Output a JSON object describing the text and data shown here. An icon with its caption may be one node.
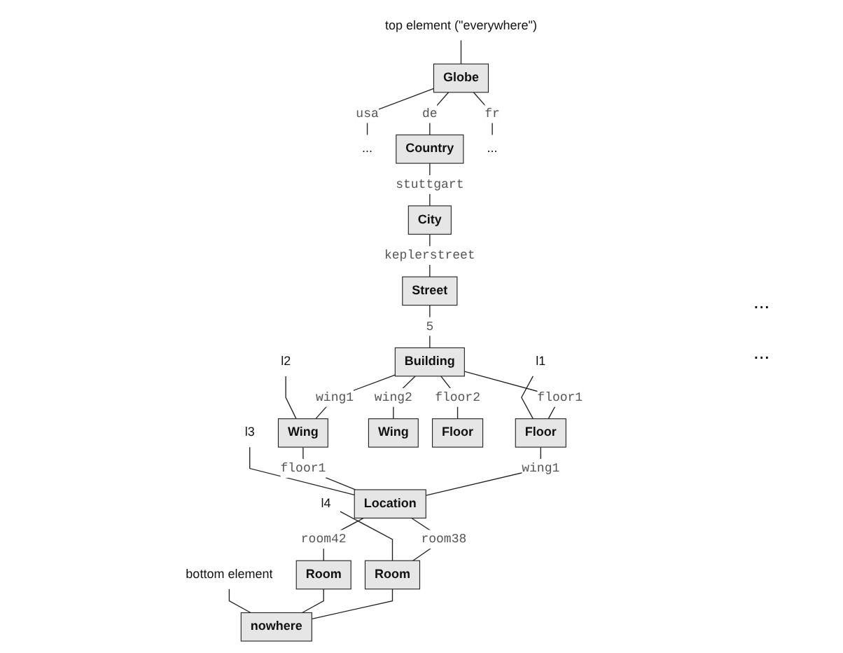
{
  "diagram": {
    "nodes": [
      {
        "text": [
          "Globe"
        ]
      },
      {
        "text": [
          "top element (\"everywhere\")"
        ]
      },
      {
        "text": [
          "..."
        ]
      },
      {
        "text": [
          "Country"
        ]
      },
      {
        "text": [
          "..."
        ]
      },
      {
        "text": [
          "City"
        ]
      },
      {
        "text": [
          "Street"
        ]
      },
      {
        "text": [
          "Building"
        ]
      },
      {
        "text": [
          "l1"
        ]
      },
      {
        "text": [
          "Floor"
        ]
      },
      {
        "text": [
          "l2"
        ]
      },
      {
        "text": [
          "Wing"
        ]
      },
      {
        "text": [
          "Wing"
        ]
      },
      {
        "text": [
          "Floor"
        ]
      },
      {
        "text": [
          "l3"
        ]
      },
      {
        "text": [
          "Location"
        ]
      },
      {
        "text": [
          "l4"
        ]
      },
      {
        "text": [
          "Room"
        ]
      },
      {
        "text": [
          "Room"
        ]
      },
      {
        "text": [
          "nowhere"
        ]
      },
      {
        "text": [
          "bottom element"
        ]
      }
    ],
    "edges": [
      {
        "from": 1,
        "to": 0,
        "arrow": "none"
      },
      {
        "from": 0,
        "to": 2,
        "label": "usa",
        "arrow": "none"
      },
      {
        "from": 0,
        "to": 3,
        "label": "de",
        "arrow": "none"
      },
      {
        "from": 0,
        "to": 4,
        "label": "fr",
        "arrow": "none"
      },
      {
        "from": 3,
        "to": 5,
        "label": "stuttgart",
        "arrow": "none"
      },
      {
        "from": 5,
        "to": 6,
        "label": "keplerstreet",
        "arrow": "none"
      },
      {
        "from": 6,
        "to": 7,
        "label": "5",
        "arrow": "none"
      },
      {
        "from": 7,
        "to": 9,
        "label": "floor1",
        "arrow": "none"
      },
      {
        "from": 7,
        "to": 11,
        "label": "wing1",
        "arrow": "none"
      },
      {
        "from": 7,
        "to": 12,
        "label": "wing2",
        "arrow": "none"
      },
      {
        "from": 7,
        "to": 13,
        "label": "floor2",
        "arrow": "none"
      },
      {
        "from": 8,
        "to": 9,
        "arrow": "none"
      },
      {
        "from": 10,
        "to": 11,
        "arrow": "none"
      },
      {
        "from": 9,
        "to": 15,
        "label": "wing1",
        "arrow": "none"
      },
      {
        "from": 11,
        "to": 15,
        "label": "floor1",
        "arrow": "none"
      },
      {
        "from": 14,
        "to": 15,
        "arrow": "none"
      },
      {
        "from": 15,
        "to": 17,
        "label": "room38",
        "arrow": "none"
      },
      {
        "from": 15,
        "to": 18,
        "label": "room42",
        "arrow": "none"
      },
      {
        "from": 16,
        "to": 17,
        "arrow": "none"
      },
      {
        "from": 17,
        "to": 19,
        "arrow": "none"
      },
      {
        "from": 18,
        "to": 19,
        "arrow": "none"
      },
      {
        "from": 20,
        "to": 19,
        "arrow": "none"
      }
    ],
    "labels": [
      "...",
      "..."
    ]
  }
}
